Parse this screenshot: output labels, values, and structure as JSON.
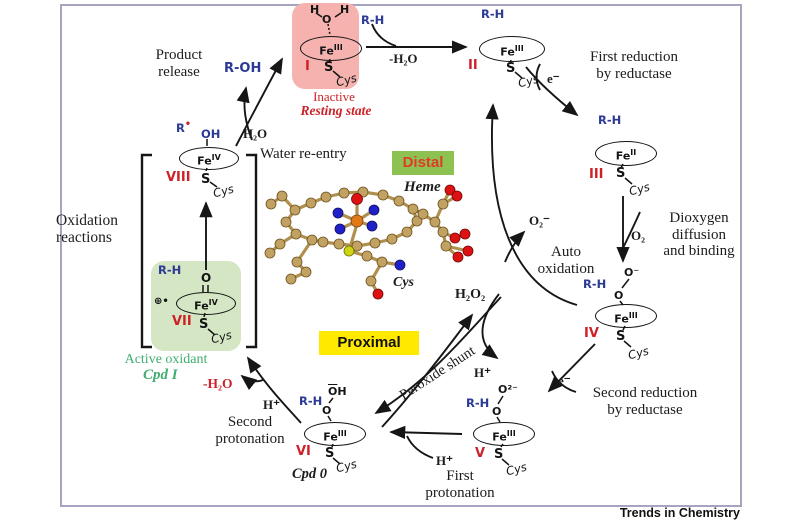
{
  "journal": "Trends in Chemistry",
  "colors": {
    "box_border": "#a8a3bf",
    "pink_box": "#f5b2ae",
    "green_box": "#d4e6c3",
    "distal_bg": "#8dc152",
    "distal_text": "#e03a28",
    "proximal_bg": "#ffe900",
    "red_label": "#cc2227",
    "blue_label": "#2b3a94",
    "green_text": "#3fae6e",
    "purple_cpd1": "#7b2f8e"
  },
  "species": [
    {
      "roman": "I",
      "fe": "Fe",
      "ox": "III",
      "s": "S",
      "cys": "Cys",
      "water_h": "H",
      "water_o": "O",
      "caption1": "Inactive",
      "caption2": "Resting state"
    },
    {
      "roman": "II",
      "fe": "Fe",
      "ox": "III",
      "s": "S",
      "cys": "Cys",
      "substrate": "R-H"
    },
    {
      "roman": "III",
      "fe": "Fe",
      "ox": "II",
      "s": "S",
      "cys": "Cys",
      "substrate": "R-H"
    },
    {
      "roman": "IV",
      "fe": "Fe",
      "ox": "III",
      "s": "S",
      "cys": "Cys",
      "substrate": "R-H",
      "ligand_top": "O⁻",
      "ligand_mid": "O"
    },
    {
      "roman": "V",
      "fe": "Fe",
      "ox": "III",
      "s": "S",
      "cys": "Cys",
      "substrate": "R-H",
      "ligand_top": "O²⁻",
      "ligand_mid": "O"
    },
    {
      "roman": "VI",
      "fe": "Fe",
      "ox": "III",
      "s": "S",
      "cys": "Cys",
      "substrate": "R-H",
      "ligand_top_o": "O",
      "ligand_top_h": "H",
      "ligand_mid": "O",
      "caption1": "Cpd 0"
    },
    {
      "roman": "VII",
      "fe": "Fe",
      "ox": "IV",
      "s": "S",
      "cys": "Cys",
      "substrate": "R-H",
      "ligand_top": "O",
      "radical": "⊕•",
      "caption1": "Active oxidant",
      "caption2": "Cpd I"
    },
    {
      "roman": "VIII",
      "fe": "Fe",
      "ox": "IV",
      "s": "S",
      "cys": "Cys",
      "r_radical": "R",
      "r_dot": "•",
      "ligand_top": "OH"
    }
  ],
  "labels": {
    "product_l1": "Product",
    "product_l2": "release",
    "r_oh": "R-OH",
    "h2o": "H₂O",
    "water_reentry": "Water re-entry",
    "rh": "R-H",
    "minus_h2o": "-H₂O",
    "first_red_l1": "First reduction",
    "first_red_l2": "by reductase",
    "e_minus": "e⁻",
    "dio_l1": "Dioxygen",
    "dio_l2": "diffusion",
    "dio_l3": "and binding",
    "o2": "O₂",
    "o2_minus": "O₂⁻",
    "auto_l1": "Auto",
    "auto_l2": "oxidation",
    "sec_red_l1": "Second reduction",
    "sec_red_l2": "by reductase",
    "h2o2": "H₂O₂",
    "h_plus": "H⁺",
    "peroxide_shunt": "Peroxide shunt",
    "first_prot_l1": "First",
    "first_prot_l2": "protonation",
    "sec_prot_l1": "Second",
    "sec_prot_l2": "protonation",
    "ox_l1": "Oxidation",
    "ox_l2": "reactions",
    "distal": "Distal",
    "heme": "Heme",
    "proximal": "Proximal",
    "cys_center": "Cys"
  }
}
